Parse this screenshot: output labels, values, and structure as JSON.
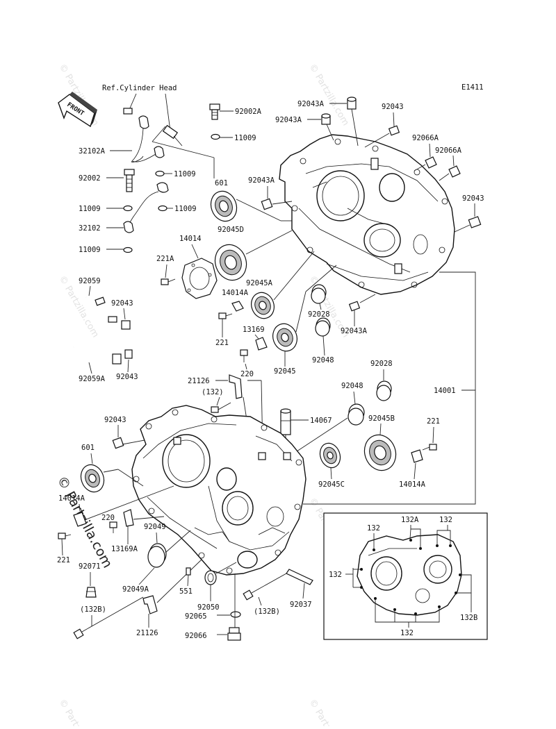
{
  "diagram_code": "E1411",
  "ref_note": "Ref.Cylinder Head",
  "front_label": "FRONT",
  "watermark": "© Partzilla.com",
  "side_watermark": "© Partzilla.com",
  "labels": {
    "p92002A": "92002A",
    "p11009a": "11009",
    "p32102A": "32102A",
    "p11009b": "11009",
    "p92002": "92002",
    "p11009c": "11009",
    "p11009d": "11009",
    "p32102": "32102",
    "p11009e": "11009",
    "p92043Aa": "92043A",
    "p92043Ab": "92043A",
    "p92043a": "92043",
    "p92066Aa": "92066A",
    "p92066Ab": "92066A",
    "p92043Ac": "92043A",
    "p601a": "601",
    "p92043b": "92043",
    "p92045D": "92045D",
    "p14014": "14014",
    "p221Aa": "221A",
    "p92045A": "92045A",
    "p14014Aa": "14014A",
    "p92059": "92059",
    "p92043c": "92043",
    "p92028a": "92028",
    "p92043Ad": "92043A",
    "p13169": "13169",
    "p221a": "221",
    "p92048a": "92048",
    "p92045": "92045",
    "p92059A": "92059A",
    "p92043d": "92043",
    "p220a": "220",
    "p21126a": "21126",
    "p132a": "(132)",
    "p92028b": "92028",
    "p92048b": "92048",
    "p14001": "14001",
    "p14067": "14067",
    "p92045B": "92045B",
    "p92043e": "92043",
    "p221b": "221",
    "p601b": "601",
    "p92045C": "92045C",
    "p14014Ab": "14014A",
    "p14014Ac": "14014A",
    "p220b": "220",
    "p92049": "92049",
    "p13169A": "13169A",
    "p221c": "221",
    "p92071": "92071",
    "p92049A": "92049A",
    "p551": "551",
    "p92050": "92050",
    "p92037": "92037",
    "p132Ba": "(132B)",
    "p92065": "92065",
    "p132Bb": "(132B)",
    "p21126b": "21126",
    "p92066": "92066",
    "i132a": "132",
    "i132b": "132A",
    "i132c": "132",
    "i132d": "132",
    "i132e": "132B",
    "i132f": "132"
  }
}
